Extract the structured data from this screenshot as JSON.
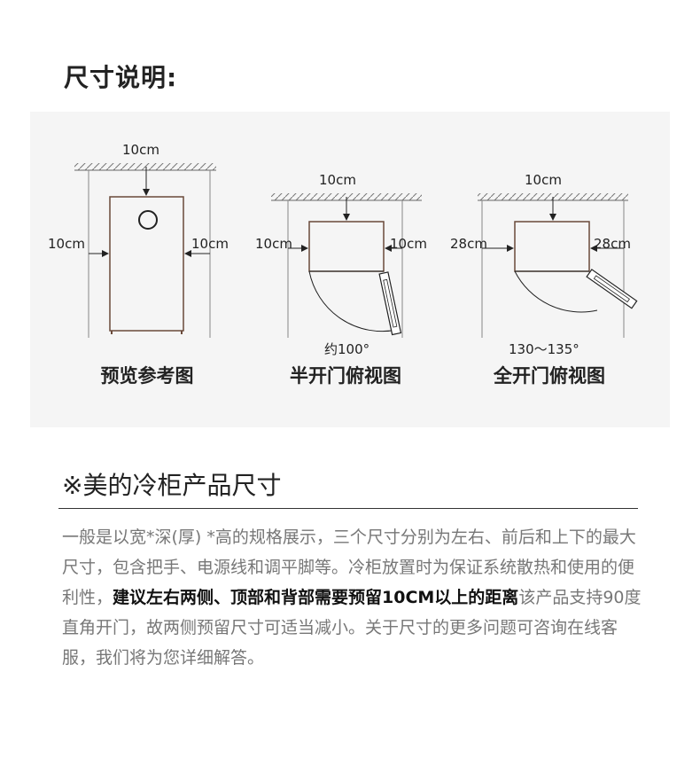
{
  "page_title": "尺寸说明:",
  "diagram": {
    "views": [
      {
        "caption": "预览参考图",
        "top_label": "10cm",
        "left_label": "10cm",
        "right_label": "10cm"
      },
      {
        "caption": "半开门俯视图",
        "top_label": "10cm",
        "left_label": "10cm",
        "right_label": "10cm",
        "angle_label": "约100°"
      },
      {
        "caption": "全开门俯视图",
        "top_label": "10cm",
        "left_label": "28cm",
        "right_label": "28cm",
        "angle_label": "130～135°"
      }
    ]
  },
  "section": {
    "title": "※美的冷柜产品尺寸",
    "desc_part1": "一般是以宽*深(厚) *高的规格展示，三个尺寸分别为左右、前后和上下的最大尺寸，包含把手、电源线和调平脚等。冷柜放置时为保证系统散热和使用的便利性，",
    "desc_emphasis": "建议左右两侧、顶部和背部需要预留10CM以上的距离",
    "desc_part2": "该产品支持90度直角开门，故两侧预留尺寸可适当减小。关于尺寸的更多问题可咨询在线客服，我们将为您详细解答。"
  }
}
